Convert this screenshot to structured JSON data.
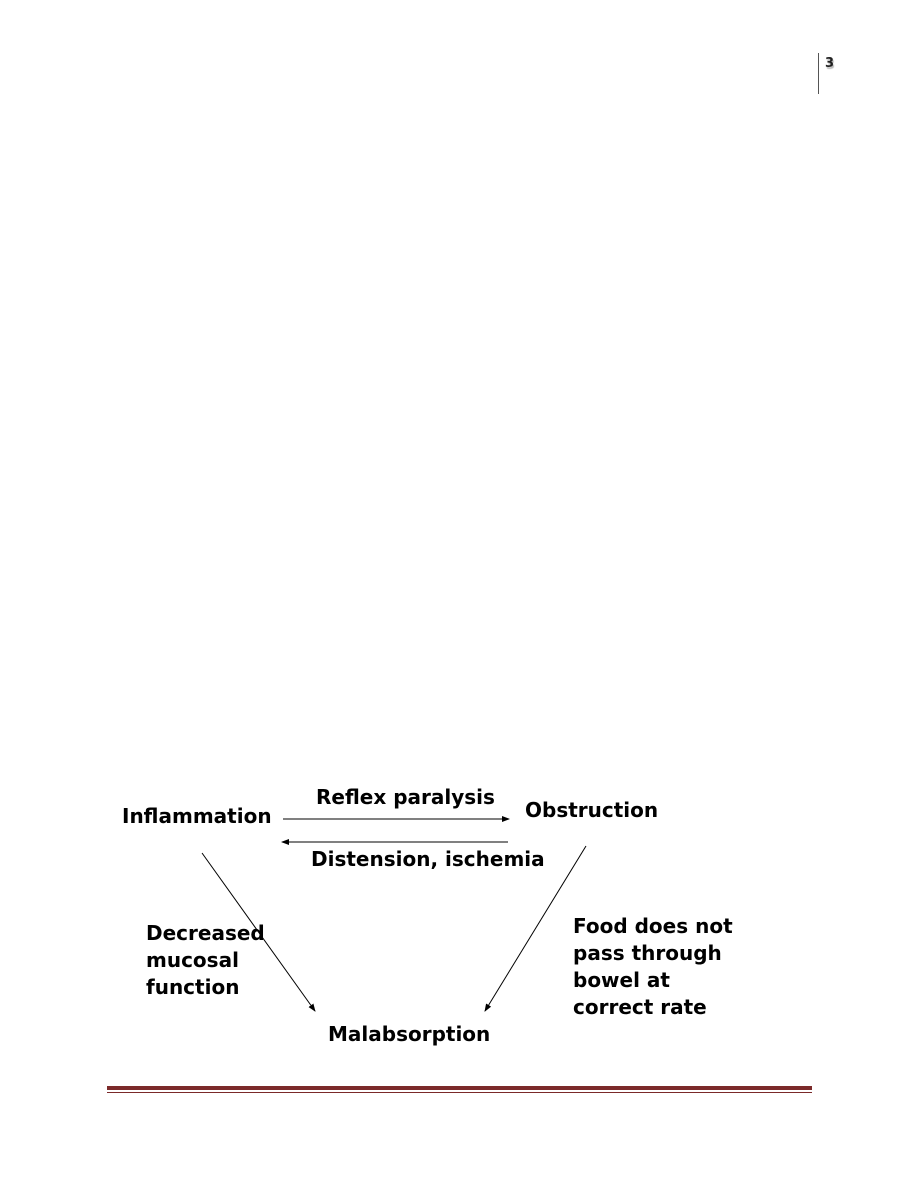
{
  "page": {
    "number": "3"
  },
  "diagram": {
    "nodes": {
      "inflammation": "Inflammation",
      "obstruction": "Obstruction",
      "malabsorption": "Malabsorption"
    },
    "edges": {
      "inflammation_to_obstruction": "Reflex paralysis",
      "obstruction_to_inflammation": "Distension, ischemia",
      "inflammation_to_malabsorption": [
        "Decreased",
        "mucosal",
        "function"
      ],
      "obstruction_to_malabsorption": [
        "Food does not",
        "pass through",
        "bowel at",
        "correct rate"
      ]
    }
  },
  "colors": {
    "footer_rule": "#7b2a2a",
    "text": "#000000"
  }
}
